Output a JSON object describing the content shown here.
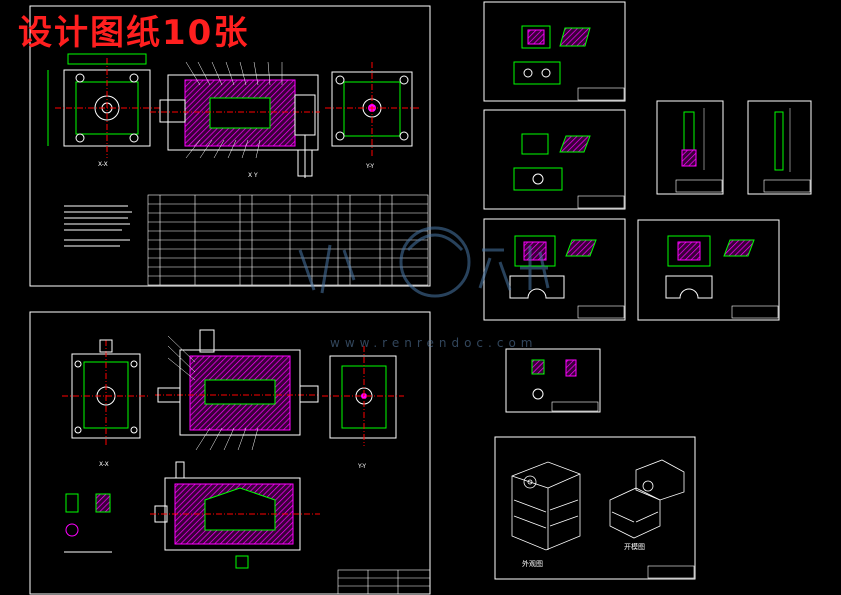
{
  "headline": "设计图纸10张",
  "watermark": {
    "text": "www.renrendoc.com"
  },
  "sheet1": {
    "view_a": "X-X",
    "view_b": "Y-Y",
    "view_c": "X Y"
  },
  "sheet2": {
    "view_a": "X-X",
    "view_b": "Y-Y"
  },
  "iso_sheet": {
    "label_a": "外观图",
    "label_b": "开模图"
  },
  "colors": {
    "frame": "#ffffff",
    "part": "#00ff00",
    "section": "#ff00ff",
    "axis": "#ff0000",
    "headline": "#ff1f1f",
    "watermark": "#4a78a8"
  }
}
